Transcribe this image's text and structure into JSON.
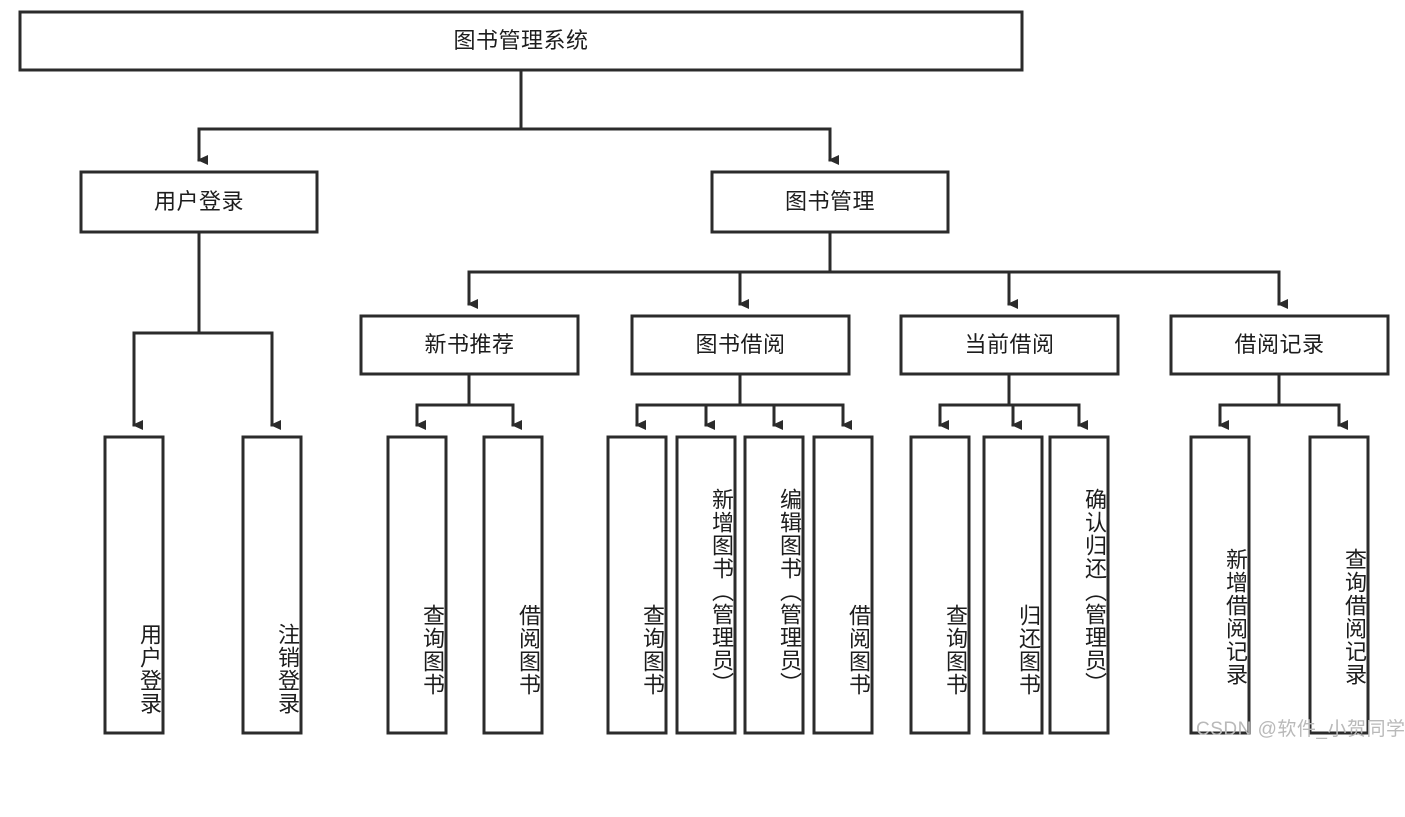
{
  "diagram": {
    "type": "tree-hierarchy",
    "title": "图书管理系统",
    "background_color": "#ffffff",
    "line_color": "#2b2b2b",
    "text_color": "#1d1d1d",
    "root": {
      "label": "图书管理系统"
    },
    "level2": [
      {
        "label": "用户登录"
      },
      {
        "label": "图书管理"
      }
    ],
    "level3": [
      {
        "label": "新书推荐"
      },
      {
        "label": "图书借阅"
      },
      {
        "label": "当前借阅"
      },
      {
        "label": "借阅记录"
      }
    ],
    "leaves": {
      "user_login": [
        {
          "label": "用户登录"
        },
        {
          "label": "注销登录"
        }
      ],
      "new_book_recommend": [
        {
          "label": "查询图书"
        },
        {
          "label": "借阅图书"
        }
      ],
      "book_borrow": [
        {
          "label": "查询图书"
        },
        {
          "label": "新增图书（管理员）"
        },
        {
          "label": "编辑图书（管理员）"
        },
        {
          "label": "借阅图书"
        }
      ],
      "current_borrow": [
        {
          "label": "查询图书"
        },
        {
          "label": "归还图书"
        },
        {
          "label": "确认归还（管理员）"
        }
      ],
      "borrow_record": [
        {
          "label": "新增借阅记录"
        },
        {
          "label": "查询借阅记录"
        }
      ]
    }
  },
  "watermark": {
    "text": "CSDN @软件_小贺同学"
  }
}
